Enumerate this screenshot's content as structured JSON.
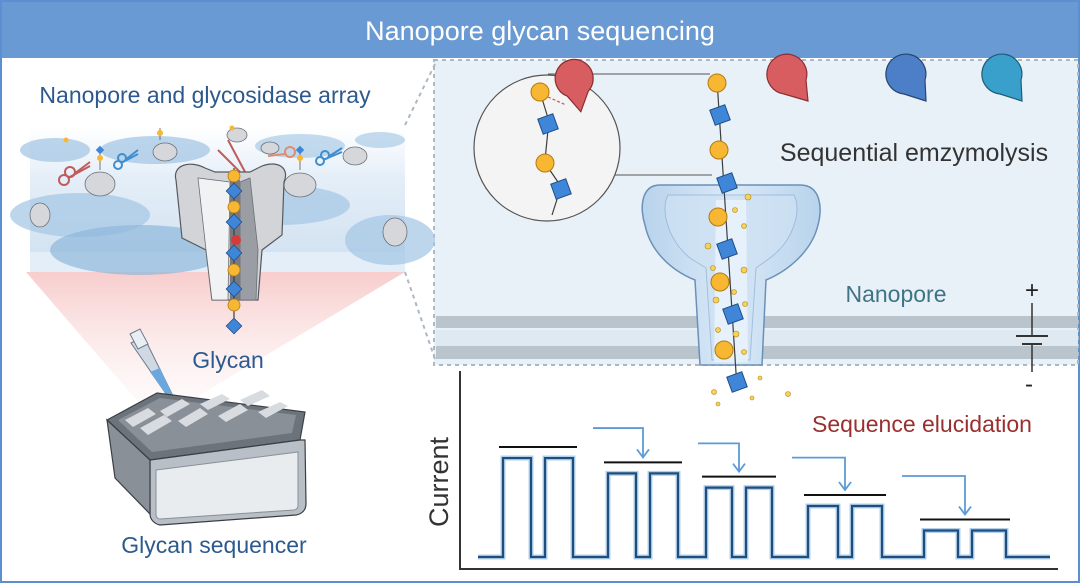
{
  "title": "Nanopore glycan sequencing",
  "labels": {
    "array": "Nanopore and glycosidase array",
    "glycan": "Glycan",
    "sequencer": "Glycan sequencer",
    "enzymolysis": "Sequential emzymolysis",
    "nanopore": "Nanopore",
    "elucidation": "Sequence elucidation",
    "current_axis": "Current",
    "plus": "+",
    "minus": "-"
  },
  "colors": {
    "header": "#6a9ad3",
    "frame": "#5b8fd0",
    "dark_blue_text": "#2d5a8e",
    "nanopore_text": "#3f7386",
    "elucidation_text": "#9a2f2f",
    "galactose": "#f7b733",
    "glcnac": "#3f86d8",
    "enzyme_red": "#d85d61",
    "enzyme_blue": "#4d7fc8",
    "enzyme_teal": "#39a0cb",
    "membrane": "#b9c4cd",
    "pore_fill": "#c8def2",
    "signal": "#1d4e7e"
  },
  "icons": [
    "enzyme-red-icon",
    "enzyme-blue-icon",
    "enzyme-teal-icon",
    "pipette-icon",
    "sequencer-device-icon",
    "battery-icon"
  ],
  "current_steps": [
    {
      "level": 0.97
    },
    {
      "level": 0.82
    },
    {
      "level": 0.68
    },
    {
      "level": 0.5
    },
    {
      "level": 0.26
    }
  ]
}
